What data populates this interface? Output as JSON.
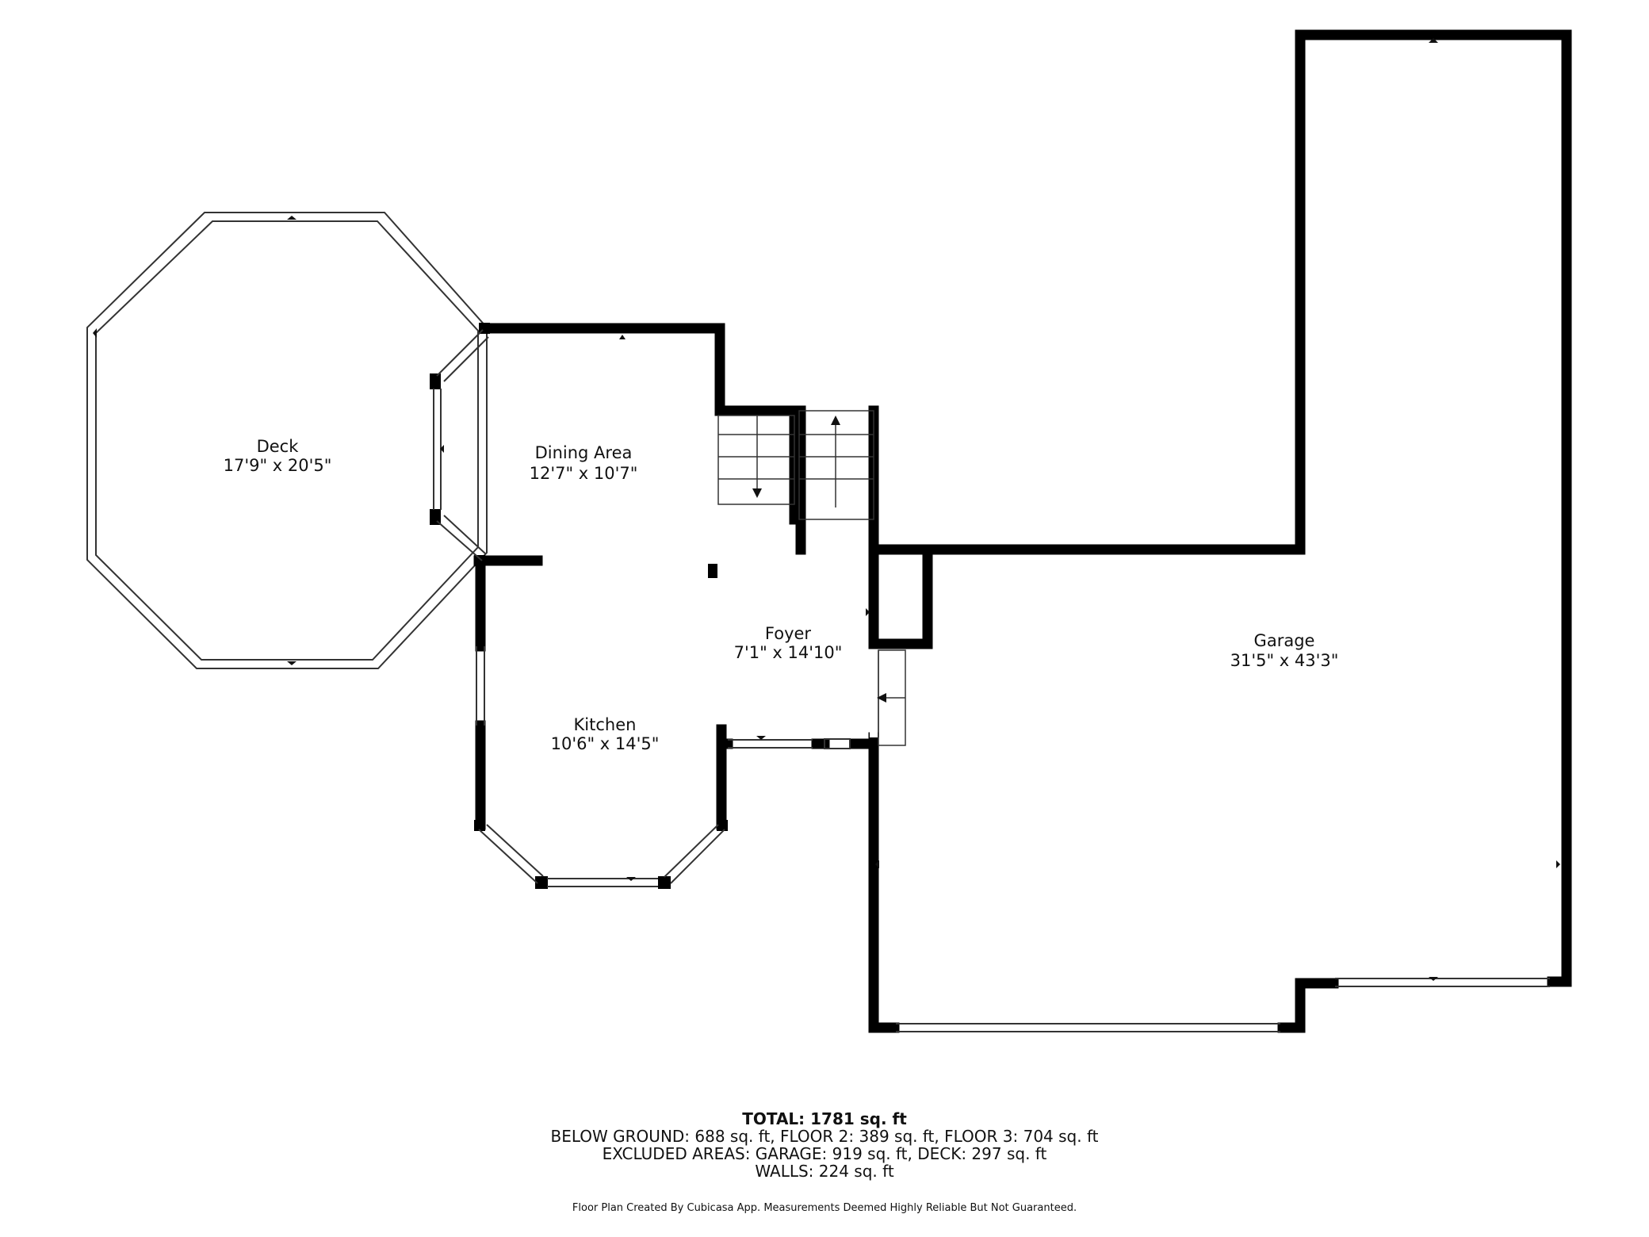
{
  "rooms": {
    "deck": {
      "name": "Deck",
      "dims": "17'9\" x 20'5\""
    },
    "dining": {
      "name": "Dining Area",
      "dims": "12'7\" x 10'7\""
    },
    "foyer": {
      "name": "Foyer",
      "dims": "7'1\" x 14'10\""
    },
    "kitchen": {
      "name": "Kitchen",
      "dims": "10'6\" x 14'5\""
    },
    "garage": {
      "name": "Garage",
      "dims": "31'5\" x 43'3\""
    }
  },
  "summary": {
    "total": "TOTAL: 1781 sq. ft",
    "line1": "BELOW GROUND: 688 sq. ft, FLOOR 2: 389 sq. ft, FLOOR 3: 704 sq. ft",
    "line2": "EXCLUDED AREAS: GARAGE: 919 sq. ft, DECK: 297 sq. ft",
    "line3": "WALLS: 224 sq. ft"
  },
  "credit": "Floor Plan Created By Cubicasa App. Measurements Deemed Highly Reliable But Not Guaranteed."
}
